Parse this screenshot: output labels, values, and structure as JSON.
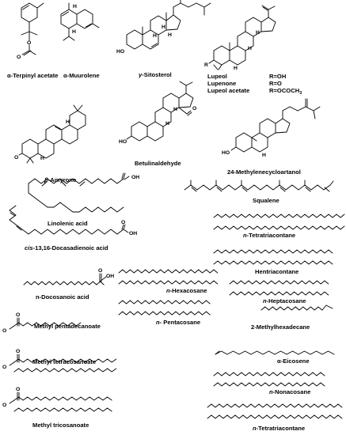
{
  "figure": {
    "compounds": [
      {
        "id": "terpinyl-acetate",
        "parts": [
          {
            "text": "α-Terpinyl acetate",
            "italic": false
          }
        ]
      },
      {
        "id": "muurolene",
        "parts": [
          {
            "text": "α-Muurolene",
            "italic": false
          }
        ]
      },
      {
        "id": "sitosterol",
        "parts": [
          {
            "text": "γ",
            "italic": true
          },
          {
            "text": "-Sitosterol",
            "italic": false
          }
        ]
      },
      {
        "id": "lupeol",
        "parts": [
          {
            "text": "Lupeol",
            "italic": false
          }
        ]
      },
      {
        "id": "lupenone",
        "parts": [
          {
            "text": "Lupenone",
            "italic": false
          }
        ]
      },
      {
        "id": "lupeol-acetate",
        "parts": [
          {
            "text": "Lupeol acetate",
            "italic": false
          }
        ]
      },
      {
        "id": "amyrone",
        "parts": [
          {
            "text": "β",
            "italic": true
          },
          {
            "text": "-Amyrone",
            "italic": false
          }
        ]
      },
      {
        "id": "betulinaldehyde",
        "parts": [
          {
            "text": "Betulinaldehyde",
            "italic": false
          }
        ]
      },
      {
        "id": "methylenecycloartanol",
        "parts": [
          {
            "text": "24-Methylenecycloartanol",
            "italic": false
          }
        ]
      },
      {
        "id": "squalene",
        "parts": [
          {
            "text": "Squalene",
            "italic": false
          }
        ]
      },
      {
        "id": "linolenic",
        "parts": [
          {
            "text": "Linolenic acid",
            "italic": false
          }
        ]
      },
      {
        "id": "tetratriacontane-1",
        "parts": [
          {
            "text": "n",
            "italic": true
          },
          {
            "text": "-Tetratriacontane",
            "italic": false
          }
        ]
      },
      {
        "id": "docosadienoic",
        "parts": [
          {
            "text": "cis",
            "italic": true
          },
          {
            "text": "-13,16-Docasadienoic acid",
            "italic": false
          }
        ]
      },
      {
        "id": "hentriacontane",
        "parts": [
          {
            "text": "Hentriacontane",
            "italic": false
          }
        ]
      },
      {
        "id": "hexacosane",
        "parts": [
          {
            "text": "n",
            "italic": true
          },
          {
            "text": "-Hexacosane",
            "italic": false
          }
        ]
      },
      {
        "id": "docosanoic",
        "parts": [
          {
            "text": "n-Docosanoic acid",
            "italic": false
          }
        ]
      },
      {
        "id": "heptacosane",
        "parts": [
          {
            "text": "n",
            "italic": true
          },
          {
            "text": "-Heptacosane",
            "italic": false
          }
        ]
      },
      {
        "id": "pentacosane",
        "parts": [
          {
            "text": "n",
            "italic": true
          },
          {
            "text": "- Pentacosane",
            "italic": false
          }
        ]
      },
      {
        "id": "methyl-pentadecanoate",
        "parts": [
          {
            "text": "Methyl pentadecanoate",
            "italic": false
          }
        ]
      },
      {
        "id": "methylhexadecane",
        "parts": [
          {
            "text": "2-Methylhexadecane",
            "italic": false
          }
        ]
      },
      {
        "id": "methyl-tetracosanoate",
        "parts": [
          {
            "text": "Methyl tetracosanoate",
            "italic": false
          }
        ]
      },
      {
        "id": "eicosene",
        "parts": [
          {
            "text": "α",
            "italic": false
          },
          {
            "text": "-Eicosene",
            "italic": false
          }
        ]
      },
      {
        "id": "nonacosane",
        "parts": [
          {
            "text": "n",
            "italic": true
          },
          {
            "text": "-Nonacosane",
            "italic": false
          }
        ]
      },
      {
        "id": "methyl-tricosanoate",
        "parts": [
          {
            "text": "Methyl tricosanoate",
            "italic": false
          }
        ]
      },
      {
        "id": "tetratriacontane-2",
        "parts": [
          {
            "text": "n",
            "italic": true
          },
          {
            "text": "-Tetratriacontane",
            "italic": false
          }
        ]
      }
    ],
    "r_groups": [
      {
        "id": "r-oh",
        "text": "R=OH"
      },
      {
        "id": "r-o",
        "text": "R=O"
      },
      {
        "id": "r-ococh3",
        "text": "R=OCOCH",
        "subscript": "3"
      }
    ],
    "atoms": {
      "oxygen": "O",
      "hydroxyl": "HO",
      "hydroxyl_right": "OH",
      "hydrogen": "H",
      "r_substituent": "R"
    }
  }
}
